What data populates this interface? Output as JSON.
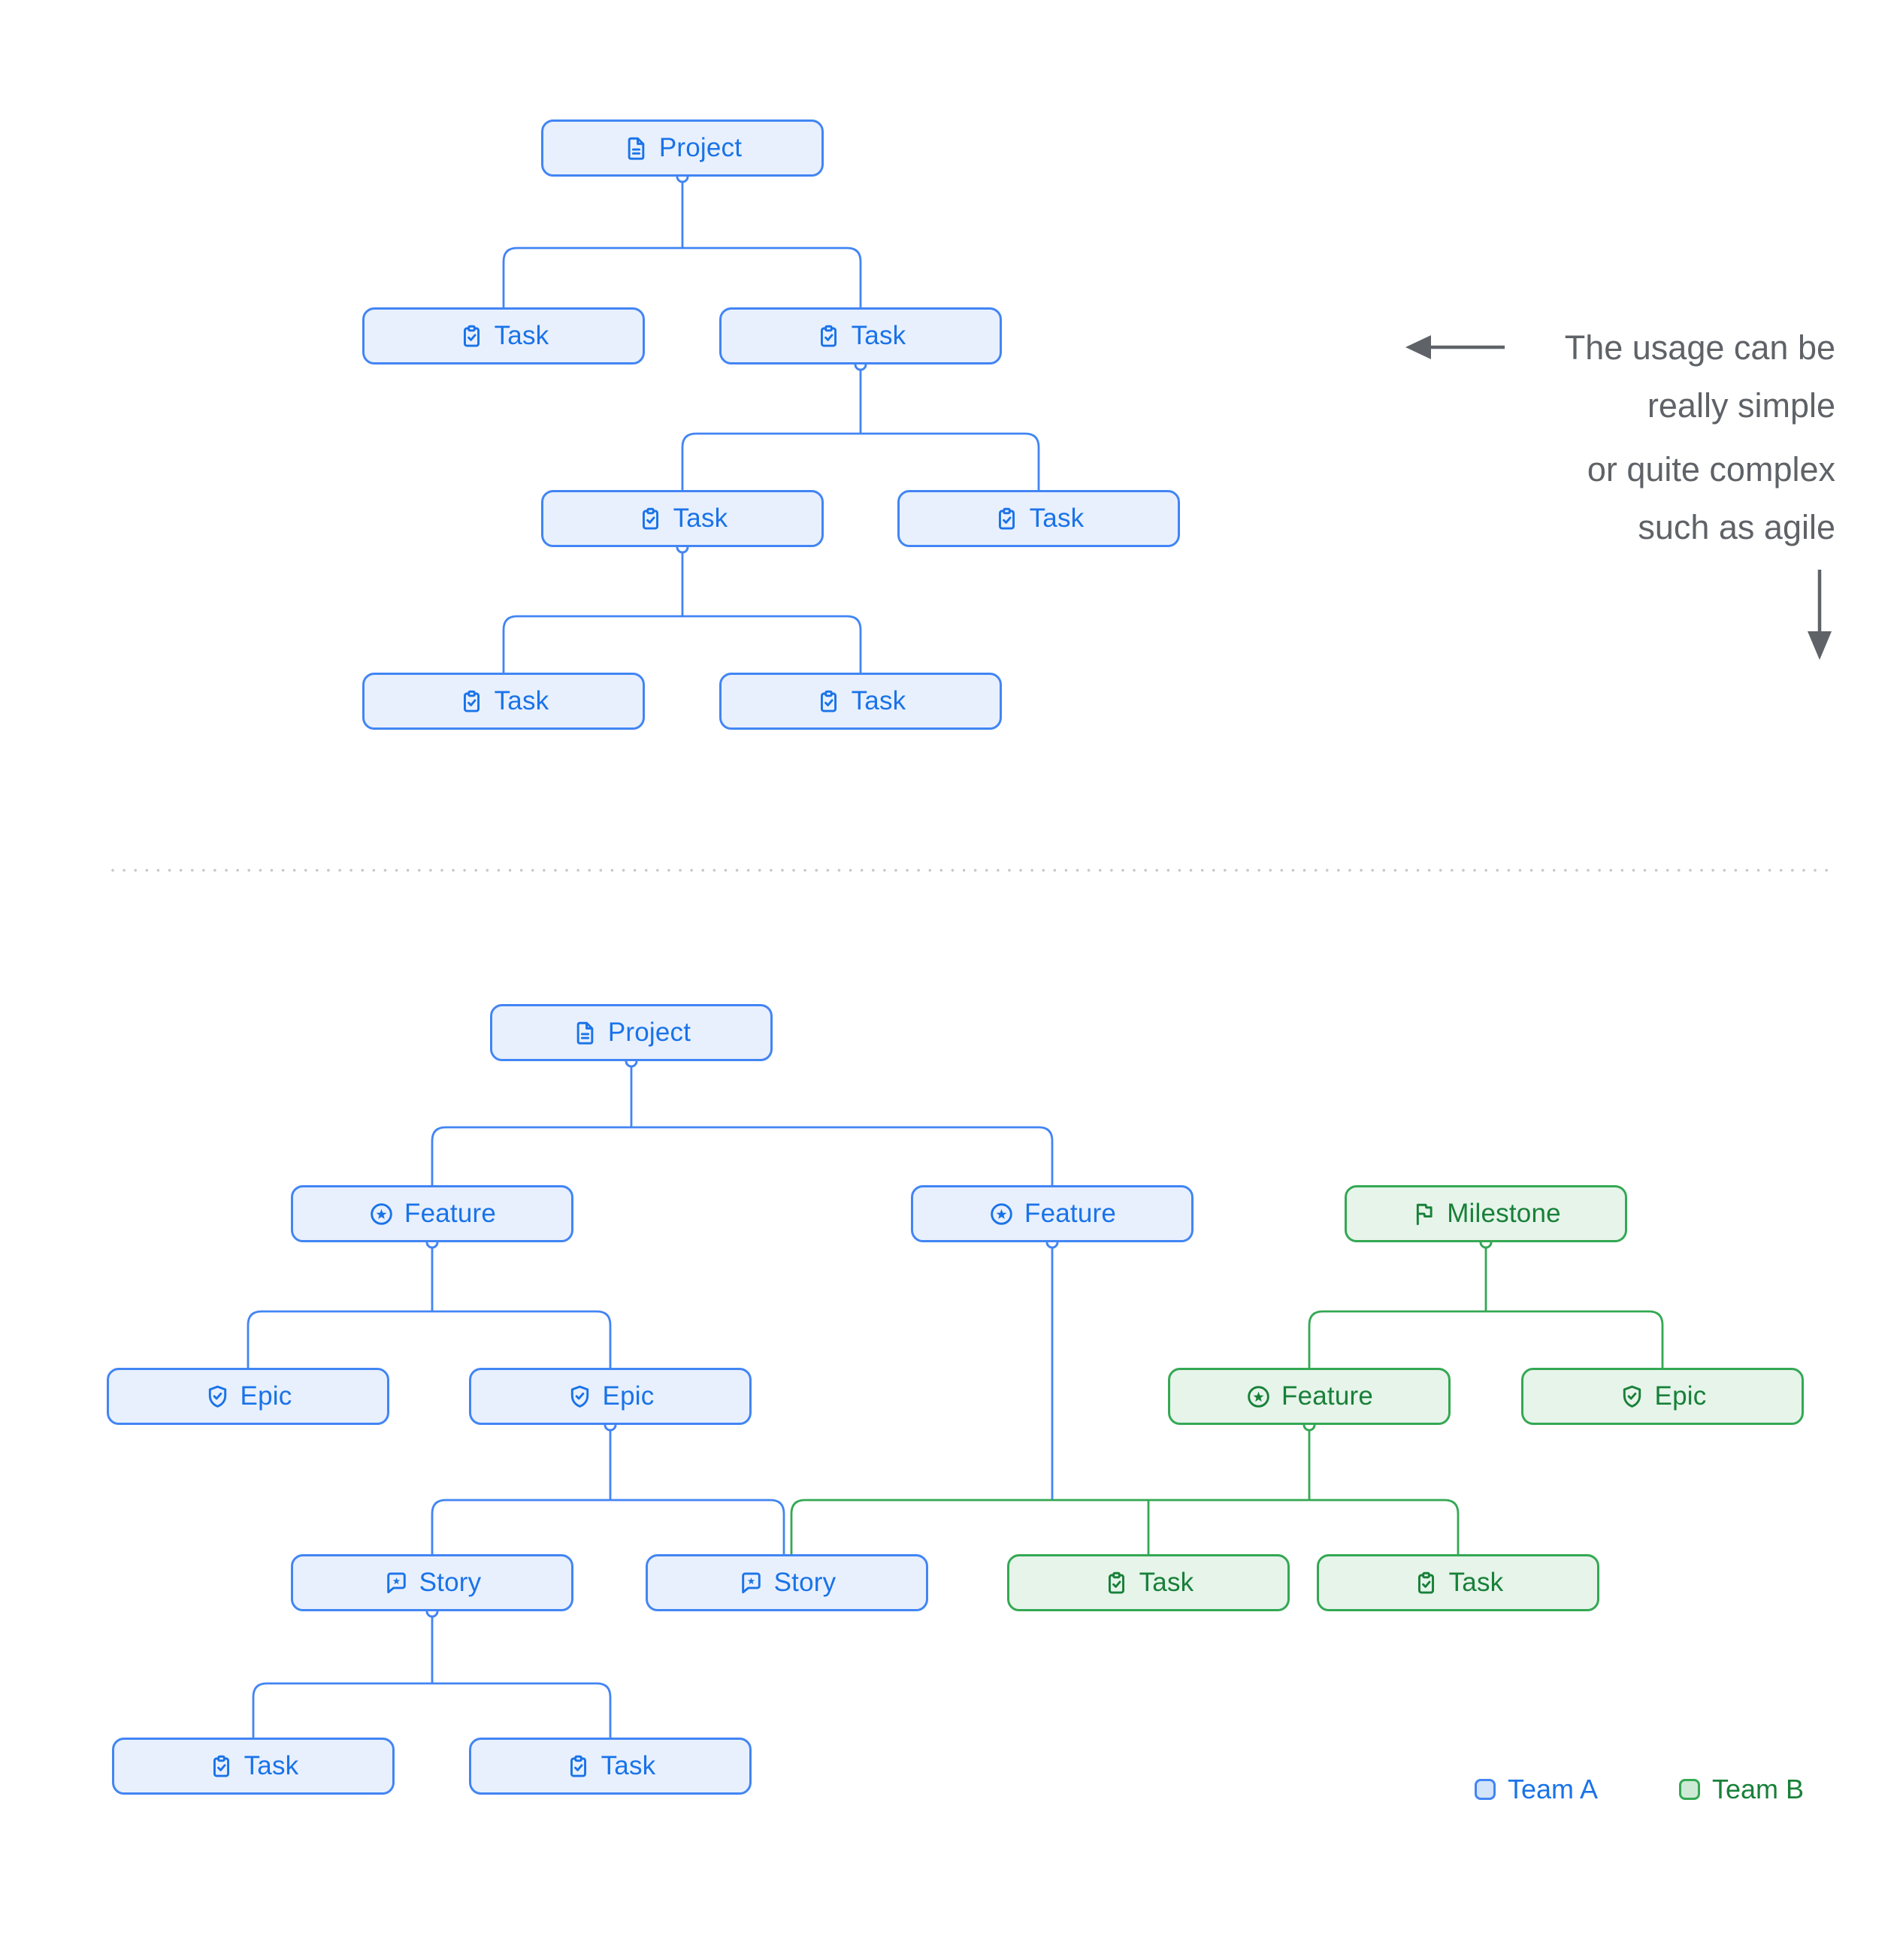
{
  "colors": {
    "team_a_fill": "#E8F0FE",
    "team_a_border": "#4285F4",
    "team_a_text": "#1A73E8",
    "team_b_fill": "#E6F4EA",
    "team_b_border": "#34A853",
    "team_b_text": "#188038",
    "annotation_text": "#5F6368",
    "divider": "#C4C7C5",
    "background": "#FFFFFF"
  },
  "annotation": {
    "line1": "The usage can be",
    "line2": "really simple",
    "line3": "or quite complex",
    "line4": "such as agile"
  },
  "legend": {
    "team_a": "Team A",
    "team_b": "Team B"
  },
  "diagram_simple": {
    "nodes": {
      "project": {
        "label": "Project",
        "icon": "project-icon",
        "team": "A"
      },
      "task1": {
        "label": "Task",
        "icon": "task-icon",
        "team": "A"
      },
      "task2": {
        "label": "Task",
        "icon": "task-icon",
        "team": "A"
      },
      "task3": {
        "label": "Task",
        "icon": "task-icon",
        "team": "A"
      },
      "task4": {
        "label": "Task",
        "icon": "task-icon",
        "team": "A"
      },
      "task5": {
        "label": "Task",
        "icon": "task-icon",
        "team": "A"
      },
      "task6": {
        "label": "Task",
        "icon": "task-icon",
        "team": "A"
      }
    },
    "edges": [
      [
        "project",
        "task1"
      ],
      [
        "project",
        "task2"
      ],
      [
        "task2",
        "task3"
      ],
      [
        "task2",
        "task4"
      ],
      [
        "task3",
        "task5"
      ],
      [
        "task3",
        "task6"
      ]
    ]
  },
  "diagram_complex": {
    "nodes": {
      "project": {
        "label": "Project",
        "icon": "project-icon",
        "team": "A"
      },
      "feature1": {
        "label": "Feature",
        "icon": "feature-icon",
        "team": "A"
      },
      "feature2": {
        "label": "Feature",
        "icon": "feature-icon",
        "team": "A"
      },
      "milestone": {
        "label": "Milestone",
        "icon": "milestone-icon",
        "team": "B"
      },
      "epic1": {
        "label": "Epic",
        "icon": "epic-icon",
        "team": "A"
      },
      "epic2": {
        "label": "Epic",
        "icon": "epic-icon",
        "team": "A"
      },
      "feature3": {
        "label": "Feature",
        "icon": "feature-icon",
        "team": "B"
      },
      "epic3": {
        "label": "Epic",
        "icon": "epic-icon",
        "team": "B"
      },
      "story1": {
        "label": "Story",
        "icon": "story-icon",
        "team": "A"
      },
      "story2": {
        "label": "Story",
        "icon": "story-icon",
        "team": "A"
      },
      "gtask1": {
        "label": "Task",
        "icon": "task-icon",
        "team": "B"
      },
      "gtask2": {
        "label": "Task",
        "icon": "task-icon",
        "team": "B"
      },
      "btask1": {
        "label": "Task",
        "icon": "task-icon",
        "team": "A"
      },
      "btask2": {
        "label": "Task",
        "icon": "task-icon",
        "team": "A"
      }
    },
    "edges": [
      [
        "project",
        "feature1"
      ],
      [
        "project",
        "feature2"
      ],
      [
        "feature1",
        "epic1"
      ],
      [
        "feature1",
        "epic2"
      ],
      [
        "milestone",
        "feature3"
      ],
      [
        "milestone",
        "epic3"
      ],
      [
        "epic2",
        "story1"
      ],
      [
        "epic2",
        "story2"
      ],
      [
        "feature2",
        "story2"
      ],
      [
        "feature2",
        "gtask1"
      ],
      [
        "feature2",
        "gtask2"
      ],
      [
        "feature3",
        "story2"
      ],
      [
        "feature3",
        "gtask1"
      ],
      [
        "feature3",
        "gtask2"
      ],
      [
        "story1",
        "btask1"
      ],
      [
        "story1",
        "btask2"
      ]
    ]
  }
}
